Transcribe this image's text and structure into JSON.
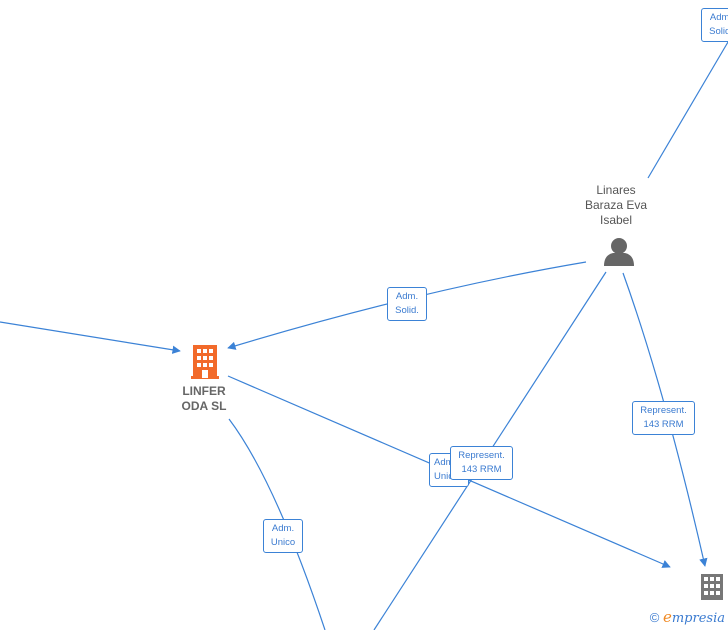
{
  "nodes": {
    "company_main": {
      "lines": [
        "LINFER",
        "ODA  SL"
      ],
      "icon": "building-icon",
      "color": "#f26a2a"
    },
    "person": {
      "lines": [
        "Linares",
        "Baraza Eva",
        "Isabel"
      ],
      "icon": "person-icon",
      "color": "#666666"
    },
    "company_right": {
      "icon": "building-icon",
      "color": "#777777"
    }
  },
  "edges": {
    "top_right": [
      "Adm.",
      "Solid."
    ],
    "person_to_main": [
      "Adm.",
      "Solid."
    ],
    "person_to_right": [
      "Represent.",
      "143 RRM"
    ],
    "main_to_right_a": [
      "Adm.",
      "Unico"
    ],
    "main_to_right_b": [
      "Represent.",
      "143 RRM"
    ],
    "main_bottom": [
      "Adm.",
      "Unico"
    ]
  },
  "brand": {
    "symbol": "©",
    "e": "e",
    "rest": "mpresia"
  },
  "colors": {
    "edge": "#3b82d6",
    "accent": "#f26a2a"
  }
}
